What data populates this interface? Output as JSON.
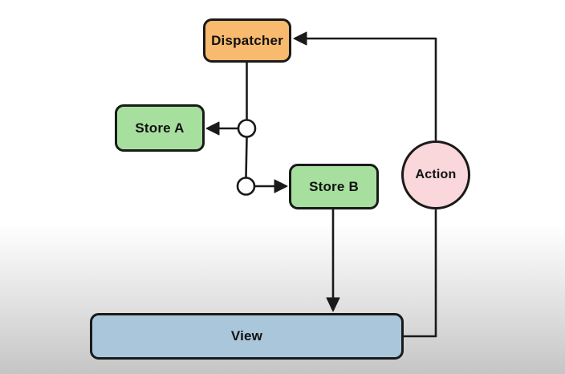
{
  "diagram": {
    "type": "flowchart",
    "description": "Flux unidirectional data flow architecture diagram",
    "nodes": {
      "dispatcher": {
        "label": "Dispatcher",
        "shape": "rounded-rect",
        "fill": "#f7ba6f"
      },
      "store_a": {
        "label": "Store A",
        "shape": "rounded-rect",
        "fill": "#a7df9f"
      },
      "store_b": {
        "label": "Store B",
        "shape": "rounded-rect",
        "fill": "#a7df9f"
      },
      "action": {
        "label": "Action",
        "shape": "circle",
        "fill": "#f9d7db"
      },
      "view": {
        "label": "View",
        "shape": "rounded-rect",
        "fill": "#a9c6db"
      }
    },
    "edges": [
      {
        "from": "dispatcher",
        "to": "store_a",
        "style": "arrow",
        "via": "junction-circle"
      },
      {
        "from": "dispatcher",
        "to": "store_b",
        "style": "arrow",
        "via": "junction-circle"
      },
      {
        "from": "store_b",
        "to": "view",
        "style": "arrow"
      },
      {
        "from": "view",
        "to": "action",
        "style": "line"
      },
      {
        "from": "action",
        "to": "dispatcher",
        "style": "arrow"
      }
    ],
    "colors": {
      "stroke": "#1a1a1a",
      "background_top": "#ffffff",
      "background_bottom": "#c5c5c6"
    }
  }
}
